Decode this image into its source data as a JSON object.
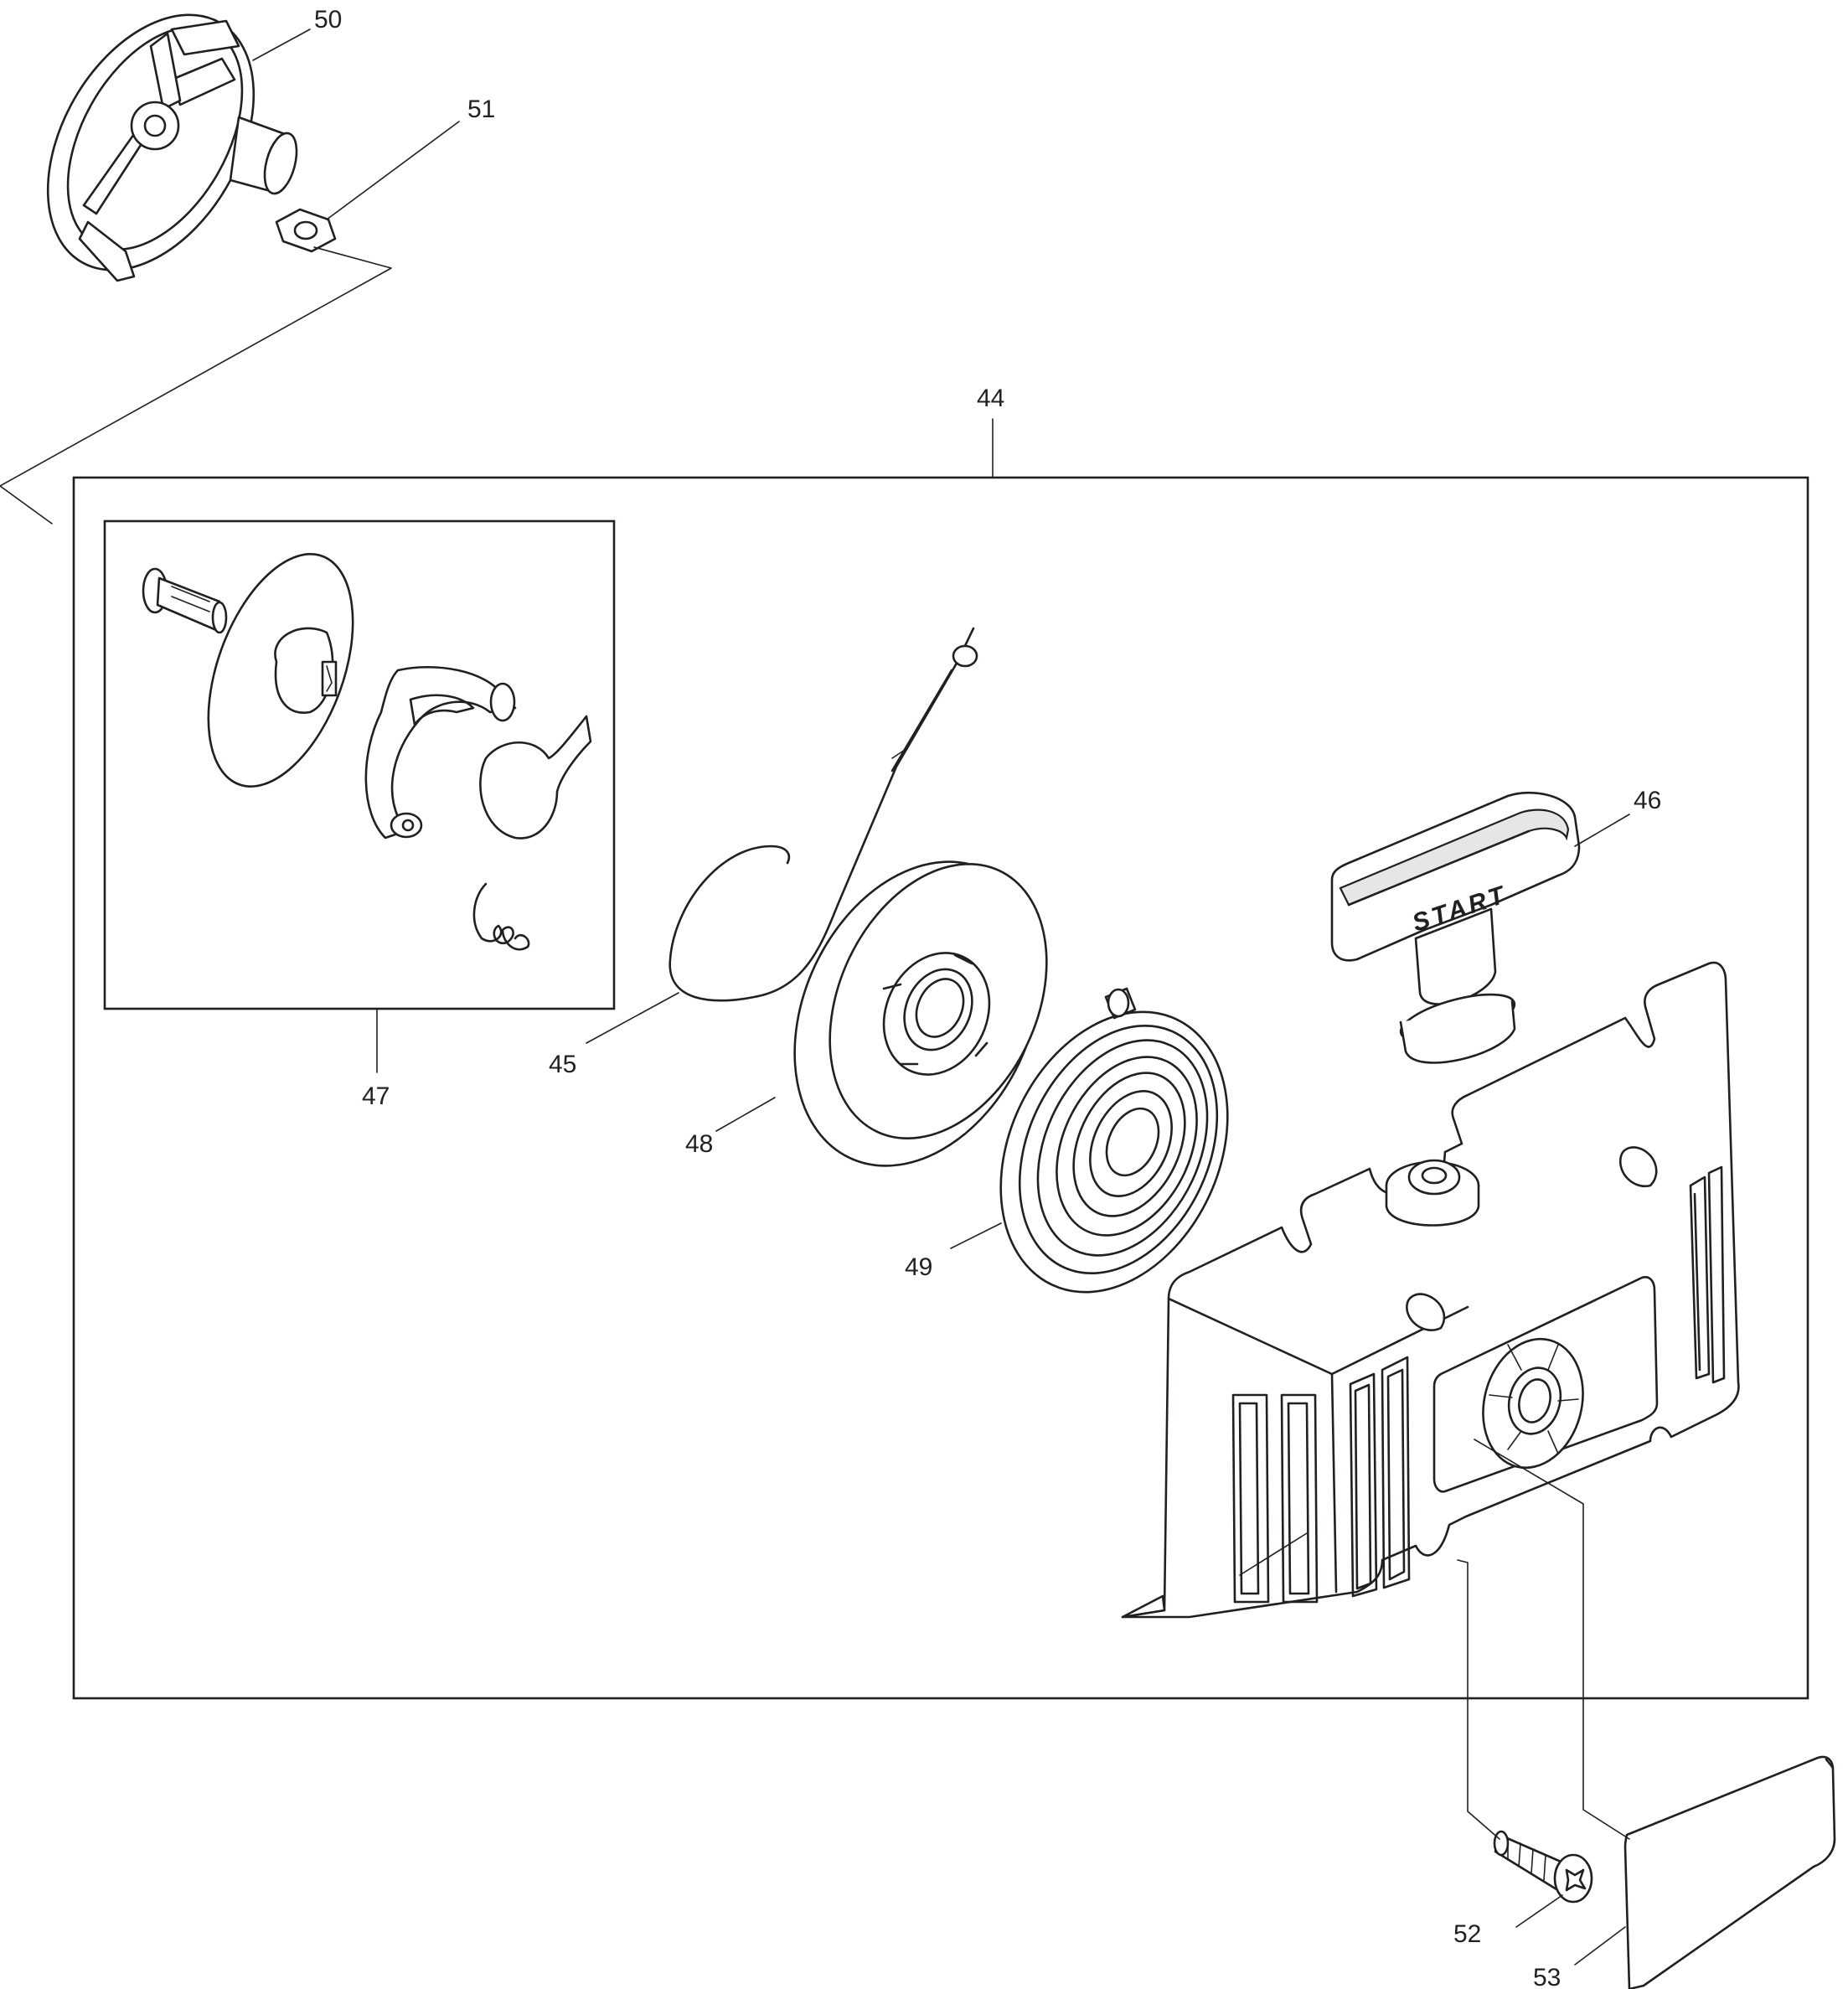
{
  "callouts": {
    "c44": "44",
    "c45": "45",
    "c46": "46",
    "c47": "47",
    "c48": "48",
    "c49": "49",
    "c50": "50",
    "c51": "51",
    "c52": "52",
    "c53": "53"
  },
  "handle_text": "START",
  "colors": {
    "ink": "#231f20",
    "paper": "#ffffff",
    "shade": "#e6e6e6"
  }
}
